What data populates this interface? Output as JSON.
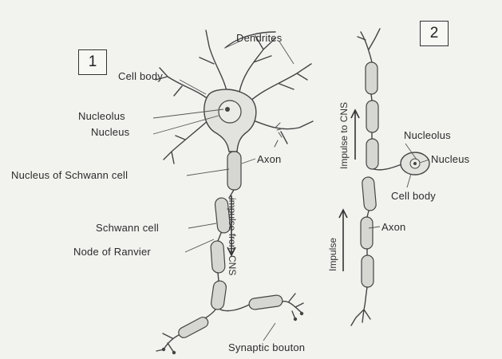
{
  "panels": {
    "left_number": "1",
    "right_number": "2"
  },
  "labels": {
    "dendrites": "Dendrites",
    "cell_body": "Cell body",
    "nucleolus": "Nucleolus",
    "nucleus": "Nucleus",
    "axon": "Axon",
    "nucleus_of_schwann_cell": "Nucleus of Schwann cell",
    "schwann_cell": "Schwann cell",
    "node_of_ranvier": "Node of Ranvier",
    "impulse_from_cns": "impulse from CNS",
    "synaptic_bouton": "Synaptic bouton",
    "impulse_to_cns": "Impulse to CNS",
    "nucleolus_2": "Nucleolus",
    "nucleus_2": "Nucleus",
    "cell_body_2": "Cell body",
    "axon_2": "Axon",
    "impulse": "Impulse"
  }
}
